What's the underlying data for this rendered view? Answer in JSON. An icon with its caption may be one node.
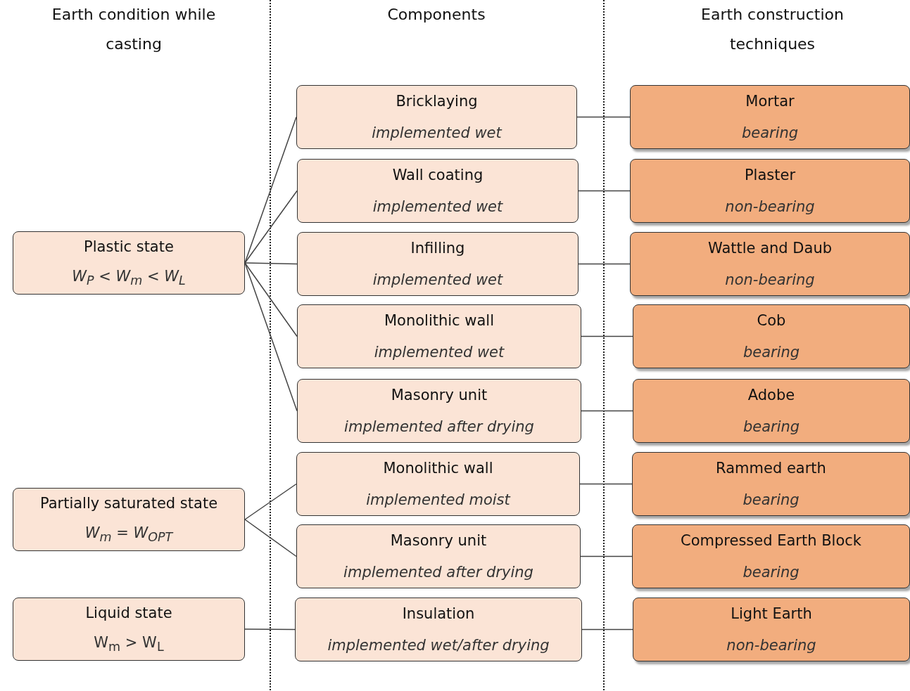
{
  "diagram": {
    "nodes": [
      {
        "text": [
          "Plastic state",
          "W$_{P}$ < W$_{m}$ < W$_{L}$"
        ]
      },
      {
        "text": [
          "Partially saturated state",
          "W$_{m}$ = W$_{OPT}$"
        ]
      },
      {
        "text": [
          "Liquid state",
          "W$_{m}$ > W$_{L}$"
        ]
      },
      {
        "text": [
          "Bricklaying",
          "implemented wet"
        ]
      },
      {
        "text": [
          "Wall coating",
          "implemented wet"
        ]
      },
      {
        "text": [
          "Infilling",
          "implemented wet"
        ]
      },
      {
        "text": [
          "Monolithic wall",
          "implemented wet"
        ]
      },
      {
        "text": [
          "Masonry unit",
          "implemented after drying"
        ]
      },
      {
        "text": [
          "Monolithic wall",
          "implemented moist"
        ]
      },
      {
        "text": [
          "Masonry unit",
          "implemented after drying"
        ]
      },
      {
        "text": [
          "Insulation",
          "implemented wet/after drying"
        ]
      },
      {
        "text": [
          "Mortar",
          "bearing"
        ]
      },
      {
        "text": [
          "Plaster",
          "non-bearing"
        ]
      },
      {
        "text": [
          "Wattle and Daub",
          "non-bearing"
        ]
      },
      {
        "text": [
          "Cob",
          "bearing"
        ]
      },
      {
        "text": [
          "Adobe",
          "bearing"
        ]
      },
      {
        "text": [
          "Rammed earth",
          "bearing"
        ]
      },
      {
        "text": [
          "Compressed Earth Block",
          "bearing"
        ]
      },
      {
        "text": [
          "Light Earth",
          "non-bearing"
        ]
      }
    ],
    "edges": [
      {
        "from": 0,
        "to": 3,
        "arrow": "none"
      },
      {
        "from": 0,
        "to": 4,
        "arrow": "none"
      },
      {
        "from": 0,
        "to": 5,
        "arrow": "none"
      },
      {
        "from": 0,
        "to": 6,
        "arrow": "none"
      },
      {
        "from": 0,
        "to": 7,
        "arrow": "none"
      },
      {
        "from": 1,
        "to": 8,
        "arrow": "none"
      },
      {
        "from": 1,
        "to": 9,
        "arrow": "none"
      },
      {
        "from": 2,
        "to": 10,
        "arrow": "none"
      },
      {
        "from": 3,
        "to": 11,
        "arrow": "none"
      },
      {
        "from": 4,
        "to": 12,
        "arrow": "none"
      },
      {
        "from": 5,
        "to": 13,
        "arrow": "none"
      },
      {
        "from": 6,
        "to": 14,
        "arrow": "none"
      },
      {
        "from": 7,
        "to": 15,
        "arrow": "none"
      },
      {
        "from": 8,
        "to": 16,
        "arrow": "none"
      },
      {
        "from": 9,
        "to": 17,
        "arrow": "none"
      },
      {
        "from": 10,
        "to": 18,
        "arrow": "none"
      }
    ],
    "labels": [
      "Earth condition while casting",
      "Components",
      "Earth construction techniques"
    ]
  }
}
